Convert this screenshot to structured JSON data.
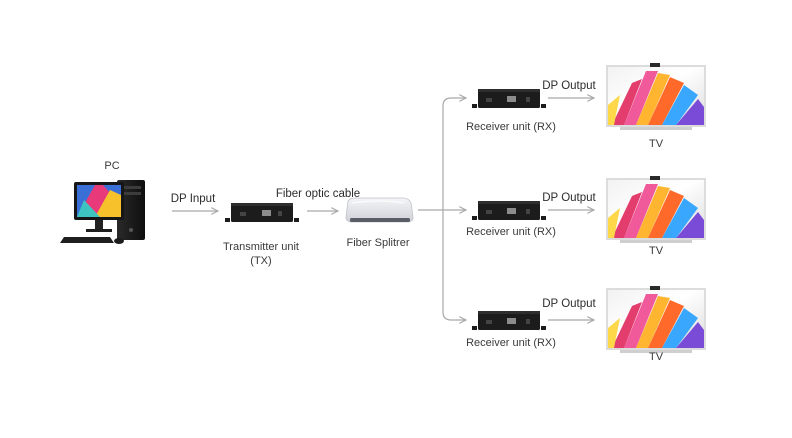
{
  "pc": {
    "label": "PC"
  },
  "input": {
    "label": "DP Input"
  },
  "transmitter": {
    "label_line1": "Transmitter unit",
    "label_line2": "(TX)"
  },
  "cable": {
    "label": "Fiber optic cable"
  },
  "splitter": {
    "label": "Fiber Splitrer"
  },
  "receivers": [
    {
      "label": "Receiver unit (RX)",
      "output_label": "DP Output",
      "tv_label": "TV"
    },
    {
      "label": "Receiver unit (RX)",
      "output_label": "DP Output",
      "tv_label": "TV"
    },
    {
      "label": "Receiver unit (RX)",
      "output_label": "DP Output",
      "tv_label": "TV"
    }
  ],
  "colors": {
    "arrow": "#a9a9a9",
    "device": "#1c1c1c",
    "splitter_body": "#e6e7ec"
  }
}
